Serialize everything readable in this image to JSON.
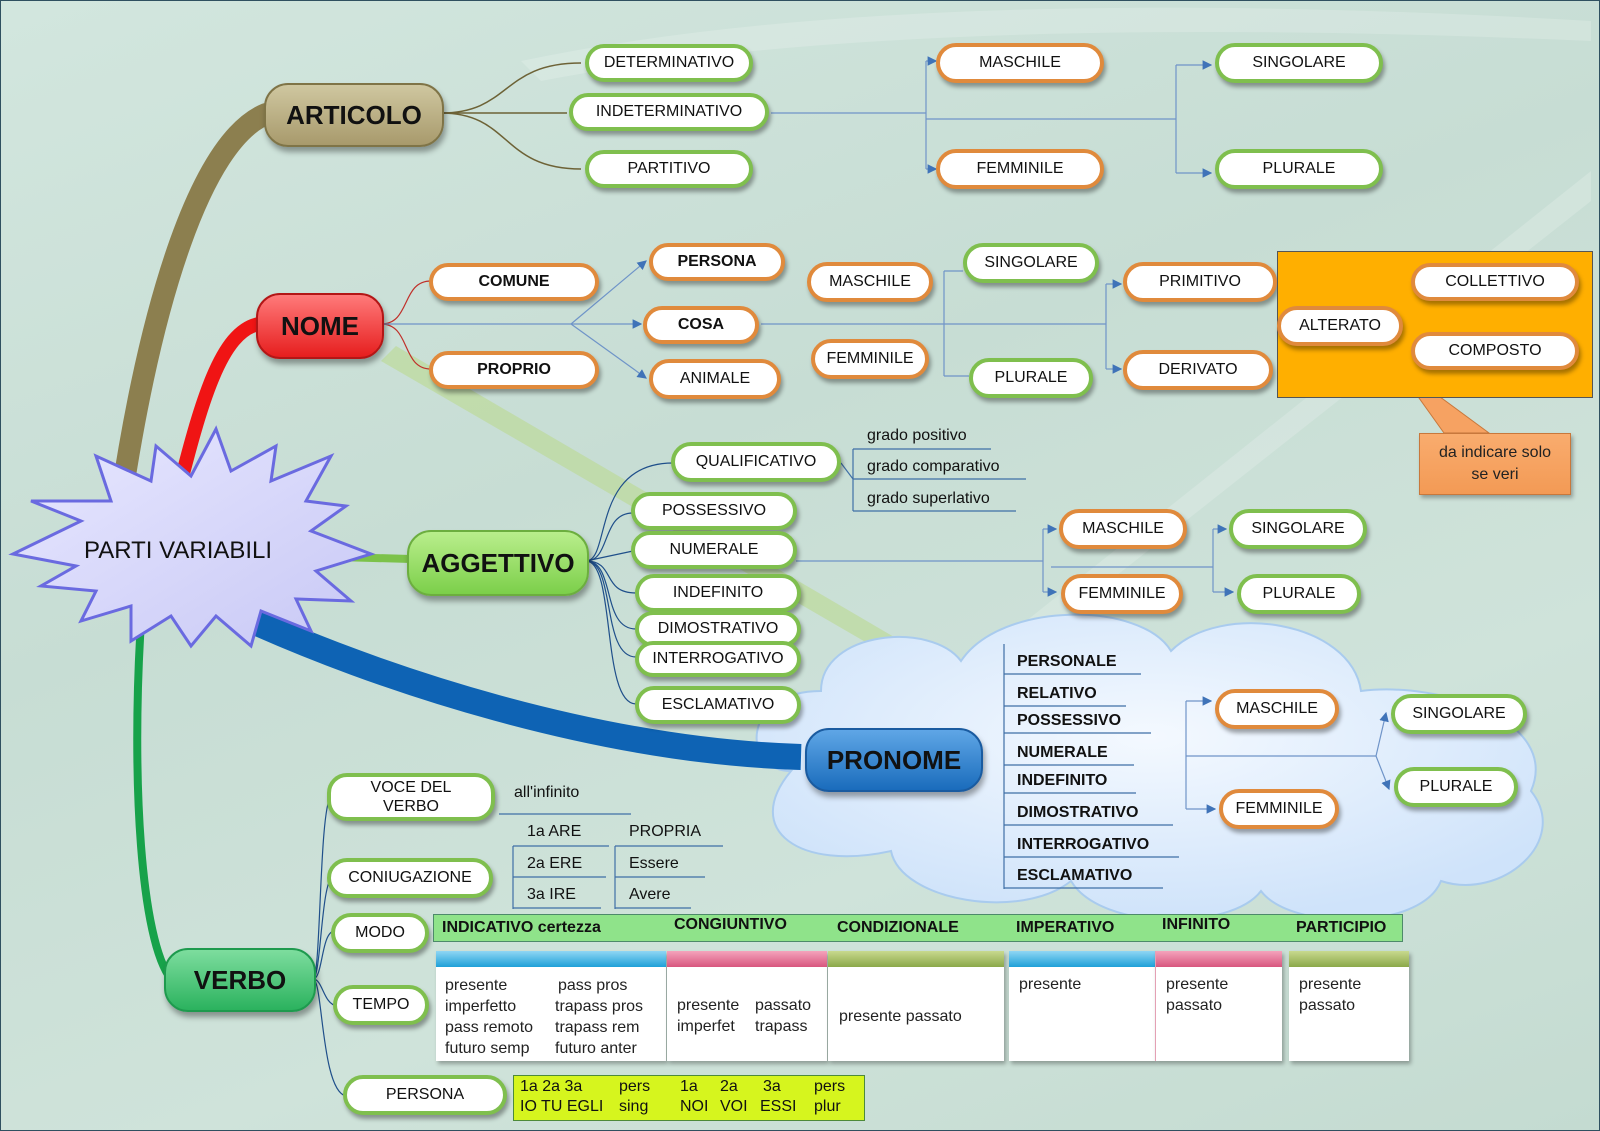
{
  "central": {
    "label": "PARTI VARIABILI"
  },
  "articolo": {
    "label": "ARTICOLO",
    "types": [
      "DETERMINATIVO",
      "INDETERMINATIVO",
      "PARTITIVO"
    ],
    "gender": [
      "MASCHILE",
      "FEMMINILE"
    ],
    "number": [
      "SINGOLARE",
      "PLURALE"
    ]
  },
  "nome": {
    "label": "NOME",
    "types": [
      "COMUNE",
      "PROPRIO"
    ],
    "categories": [
      "PERSONA",
      "COSA",
      "ANIMALE"
    ],
    "gender": [
      "MASCHILE",
      "FEMMINILE"
    ],
    "number": [
      "SINGOLARE",
      "PLURALE"
    ],
    "formation": [
      "PRIMITIVO",
      "DERIVATO"
    ],
    "alterato_box": {
      "items": [
        "ALTERATO",
        "COLLETTIVO",
        "COMPOSTO"
      ]
    },
    "note": "da indicare solo\nse veri"
  },
  "aggettivo": {
    "label": "AGGETTIVO",
    "types": [
      "QUALIFICATIVO",
      "POSSESSIVO",
      "NUMERALE",
      "INDEFINITO",
      "DIMOSTRATIVO",
      "INTERROGATIVO",
      "ESCLAMATIVO"
    ],
    "gradi": [
      "grado positivo",
      "grado comparativo",
      "grado superlativo"
    ],
    "gender": [
      "MASCHILE",
      "FEMMINILE"
    ],
    "number": [
      "SINGOLARE",
      "PLURALE"
    ]
  },
  "pronome": {
    "label": "PRONOME",
    "types": [
      "PERSONALE",
      "RELATIVO",
      "POSSESSIVO",
      "NUMERALE",
      "INDEFINITO",
      "DIMOSTRATIVO",
      "INTERROGATIVO",
      "ESCLAMATIVO"
    ],
    "gender": [
      "MASCHILE",
      "FEMMINILE"
    ],
    "number": [
      "SINGOLARE",
      "PLURALE"
    ]
  },
  "verbo": {
    "label": "VERBO",
    "branches": [
      "VOCE DEL VERBO",
      "CONIUGAZIONE",
      "MODO",
      "TEMPO",
      "PERSONA"
    ],
    "voce": "all'infinito",
    "coniugazioni": [
      "1a ARE",
      "2a ERE",
      "3a IRE"
    ],
    "ausiliari": [
      "PROPRIA",
      "Essere",
      "Avere"
    ],
    "modi": [
      "INDICATIVO certezza",
      "CONGIUNTIVO",
      "CONDIZIONALE",
      "IMPERATIVO",
      "INFINITO",
      "PARTICIPIO"
    ],
    "tempi": {
      "indicativo_a": [
        "presente",
        "imperfetto",
        "pass remoto",
        "futuro semp"
      ],
      "indicativo_b": [
        "pass pros",
        "trapass pros",
        "trapass rem",
        "futuro anter"
      ],
      "congiuntivo_a": [
        "presente",
        "imperfet"
      ],
      "congiuntivo_b": [
        "passato",
        "trapass"
      ],
      "condizionale": "presente passato",
      "imperativo": [
        "presente"
      ],
      "infinito": [
        "presente",
        "passato"
      ],
      "participio": [
        "presente",
        "passato"
      ]
    },
    "persona": {
      "row1": [
        "1a 2a 3a",
        "pers",
        "1a",
        "2a",
        "3a",
        "pers"
      ],
      "row2": [
        "IO TU EGLI",
        "sing",
        "NOI",
        "VOI",
        "ESSI",
        "plur"
      ]
    }
  }
}
